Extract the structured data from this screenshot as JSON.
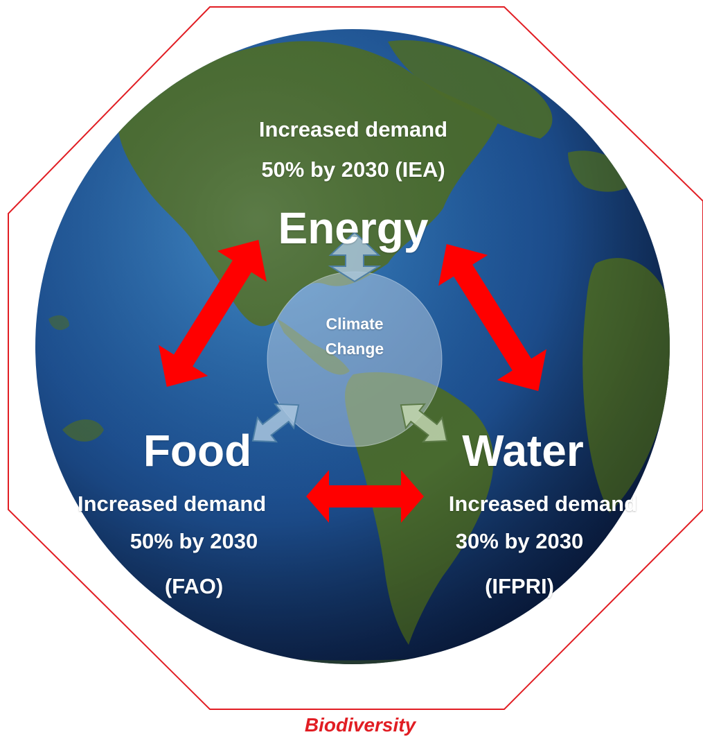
{
  "colors": {
    "octagon_stroke": "#e11d23",
    "globe_ocean_dark": "#0f2a56",
    "globe_ocean_light": "#2a6db0",
    "land": "#4b6b2a",
    "red_arrow": "#ff0000",
    "climate_circle": "#a9c0d8",
    "text_white": "#ffffff",
    "text_red": "#e11d23"
  },
  "energy": {
    "title": "Energy",
    "demand_line1": "Increased demand",
    "demand_line2": "50% by 2030 (IEA)"
  },
  "food": {
    "title": "Food",
    "demand_line1": "Increased demand",
    "demand_line2": "50% by 2030",
    "source": "(FAO)"
  },
  "water": {
    "title": "Water",
    "demand_line1": "Increased demand",
    "demand_line2": "30% by 2030",
    "source": "(IFPRI)"
  },
  "climate": {
    "line1": "Climate",
    "line2": "Change"
  },
  "footer": {
    "label": "Biodiversity"
  },
  "icons": {
    "globe": "earth-globe-icon",
    "red_arrows": "double-headed-arrow-icon",
    "light_arrows": "double-headed-arrow-icon"
  }
}
